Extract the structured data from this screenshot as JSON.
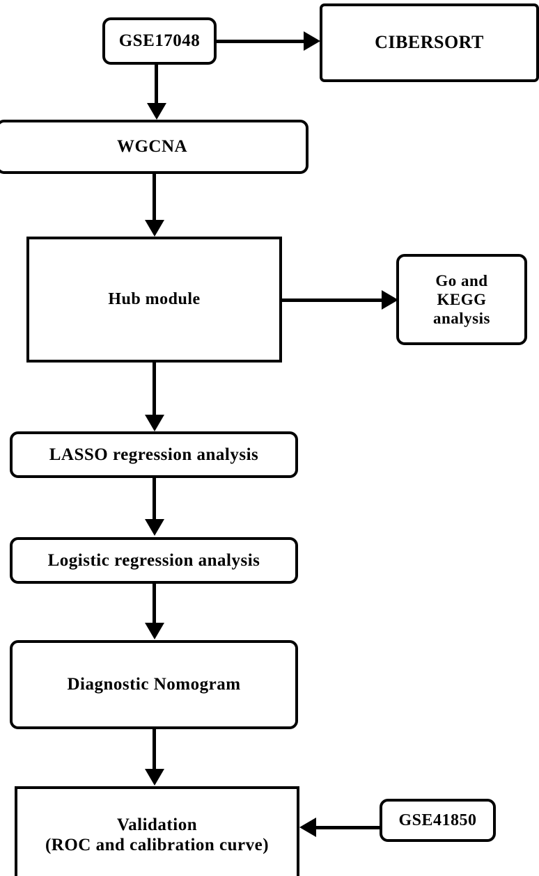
{
  "diagram": {
    "title": "Study workflow flowchart",
    "stroke_color": "#000000",
    "fill_color": "#ffffff",
    "nodes": {
      "gse17048": {
        "label": "GSE17048"
      },
      "cibersort": {
        "label": "CIBERSORT"
      },
      "wgcna": {
        "label": "WGCNA"
      },
      "hub_module": {
        "label": "Hub module"
      },
      "go_kegg": {
        "line1": "Go and",
        "line2": "KEGG",
        "line3": "analysis"
      },
      "lasso": {
        "label": "LASSO regression analysis"
      },
      "logistic": {
        "label": "Logistic regression analysis"
      },
      "nomogram": {
        "label": "Diagnostic Nomogram"
      },
      "validation": {
        "line1": "Validation",
        "line2": "(ROC and calibration curve)"
      },
      "gse41850": {
        "label": "GSE41850"
      }
    },
    "edges": [
      {
        "from": "gse17048",
        "to": "cibersort",
        "direction": "right"
      },
      {
        "from": "gse17048",
        "to": "wgcna",
        "direction": "down"
      },
      {
        "from": "wgcna",
        "to": "hub_module",
        "direction": "down"
      },
      {
        "from": "hub_module",
        "to": "go_kegg",
        "direction": "right"
      },
      {
        "from": "hub_module",
        "to": "lasso",
        "direction": "down"
      },
      {
        "from": "lasso",
        "to": "logistic",
        "direction": "down"
      },
      {
        "from": "logistic",
        "to": "nomogram",
        "direction": "down"
      },
      {
        "from": "nomogram",
        "to": "validation",
        "direction": "down"
      },
      {
        "from": "gse41850",
        "to": "validation",
        "direction": "left"
      }
    ]
  }
}
